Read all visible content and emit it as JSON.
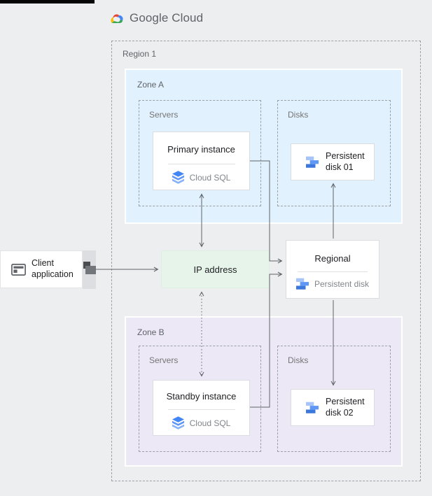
{
  "header": {
    "brand": "Google Cloud"
  },
  "region": {
    "label": "Region 1"
  },
  "zone_a": {
    "label": "Zone A",
    "servers_label": "Servers",
    "disks_label": "Disks",
    "instance": {
      "title": "Primary instance",
      "product": "Cloud SQL"
    },
    "disk_label": "Persistent disk 01"
  },
  "zone_b": {
    "label": "Zone B",
    "servers_label": "Servers",
    "disks_label": "Disks",
    "instance": {
      "title": "Standby instance",
      "product": "Cloud SQL"
    },
    "disk_label": "Persistent disk 02"
  },
  "client": {
    "label": "Client application"
  },
  "ip_address": {
    "label": "IP address"
  },
  "regional_disk": {
    "title": "Regional",
    "product": "Persistent disk"
  },
  "icons": {
    "brand": "google-cloud-logo",
    "client": "application-window-icon",
    "instances": "cloud-sql-icon",
    "disks": "persistent-disk-icon"
  },
  "colors": {
    "background": "#eceef0",
    "zone_a_bg": "#e1f1fd",
    "zone_b_bg": "#ece8f6",
    "ip_box_bg": "#e6f4ea",
    "card_bg": "#ffffff",
    "card_border": "#dadce0",
    "dashed_border": "#9aa0a6",
    "arrow": "#5f6368",
    "label_gray": "#757575",
    "title_dark": "#202124",
    "brand_red": "#ea4335",
    "brand_blue": "#4285f4",
    "brand_yellow": "#fbbc05",
    "brand_green": "#34a853"
  }
}
